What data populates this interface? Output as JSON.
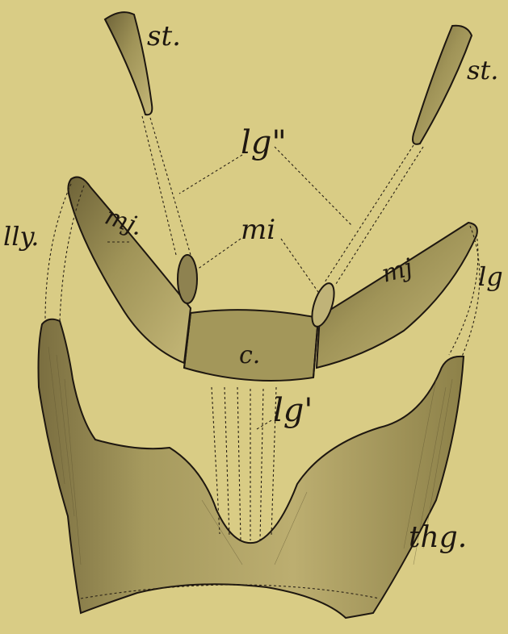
{
  "labels": {
    "stylohyal_left": "st.",
    "stylohyal_right": "st.",
    "ligament_upper": "lg\"",
    "middle": "mi",
    "mj_left": "mj.",
    "mj_right": "mj",
    "ligament_left": "lly.",
    "ligament_right": "lg",
    "copula": "c.",
    "ligament_median": "lg'",
    "thyrohyal": "thg."
  },
  "colors": {
    "paper": "#d9cc85",
    "bone_fill": "#9c9056",
    "bone_dark": "#6e6338",
    "ink": "#1e1710"
  }
}
